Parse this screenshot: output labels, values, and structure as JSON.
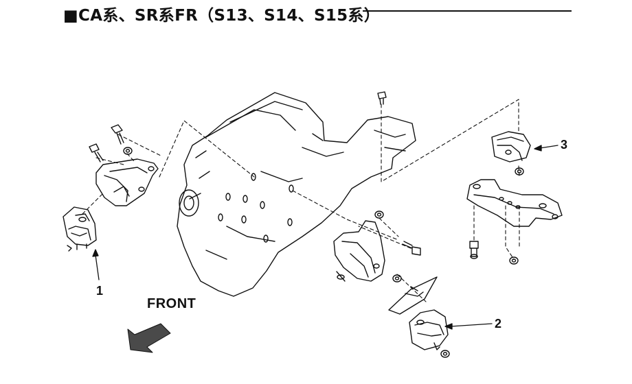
{
  "header": {
    "title": "■CA系、SR系FR（S13、S14、S15系）"
  },
  "labels": {
    "part1": "1",
    "part2": "2",
    "part3": "3",
    "front": "FRONT"
  },
  "colors": {
    "ink": "#111111",
    "background": "#ffffff",
    "arrow_fill": "#4a4a4a"
  }
}
